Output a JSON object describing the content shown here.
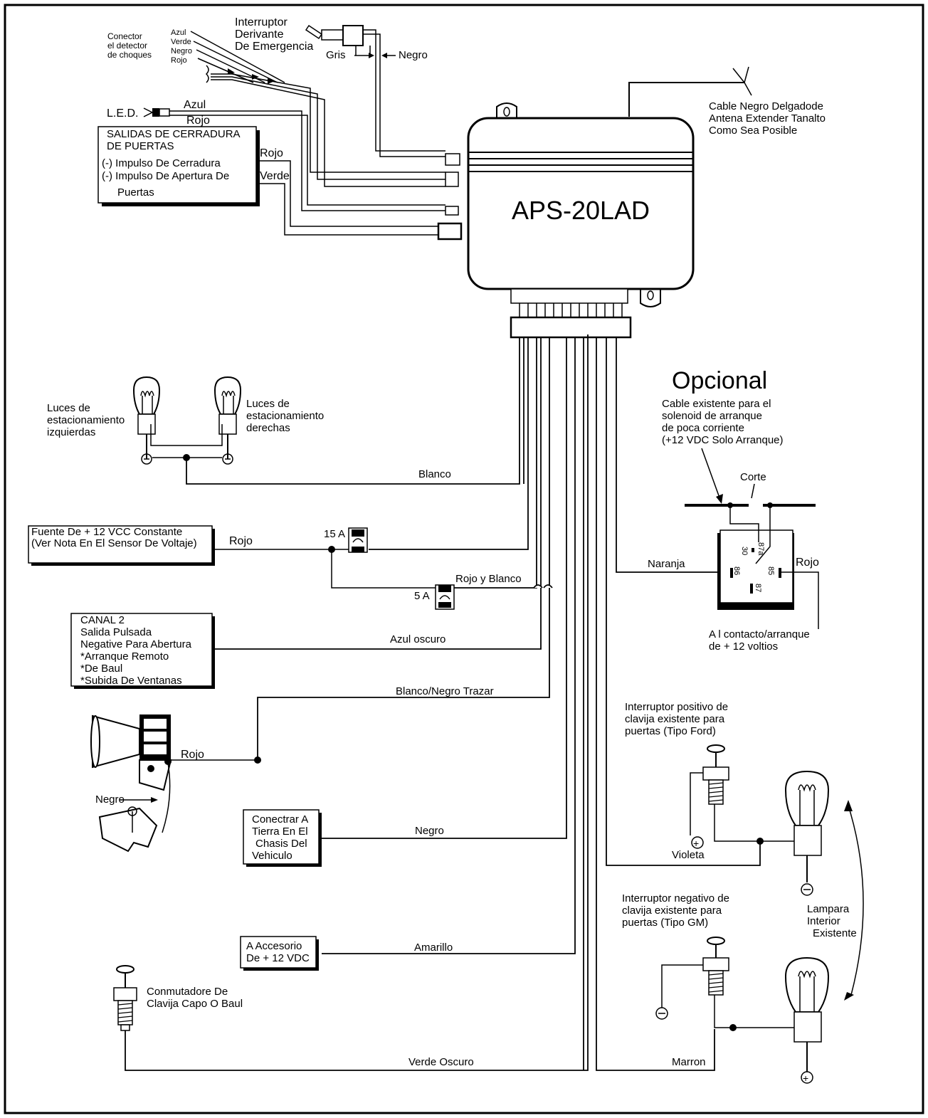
{
  "module": {
    "name": "APS-20LAD"
  },
  "top": {
    "shock_sensor": "Conector el detector de choques",
    "shock_sensor_lines": [
      "Conector",
      "el detector",
      "de choques"
    ],
    "shock_wires": [
      "Azul",
      "Verde",
      "Negro",
      "Rojo"
    ],
    "valet_switch": [
      "Interruptor",
      "Derivante",
      "De Emergencia"
    ],
    "valet_wire_gray": "Gris",
    "valet_wire_black": "Negro",
    "led_label": "L.E.D.",
    "led_wire_blue": "Azul",
    "led_wire_red": "Rojo",
    "antenna": [
      "Cable Negro Delgadode",
      "Antena Extender Tanalto",
      "Como Sea Posible"
    ]
  },
  "door_lock_box": {
    "lines": [
      "SALIDAS DE CERRADURA",
      "DE PUERTAS",
      "(-) Impulso De Cerradura",
      "(-) Impulso De Apertura De",
      "Puertas"
    ],
    "wire_red": "Rojo",
    "wire_green": "Verde"
  },
  "parking_lights": {
    "left": [
      "Luces de",
      "estacionamiento",
      "izquierdas"
    ],
    "right": [
      "Luces de",
      "estacionamiento",
      "derechas"
    ],
    "wire": "Blanco"
  },
  "power": {
    "box": [
      "Fuente De + 12 VCC Constante",
      "(Ver Nota En El Sensor De Voltaje)"
    ],
    "wire": "Rojo",
    "fuse_15": "15 A",
    "fuse_5": "5 A",
    "wire_rw": "Rojo y Blanco"
  },
  "channel2": {
    "box": [
      "CANAL 2",
      "Salida Pulsada",
      "Negative Para Abertura",
      "*Arranque Remoto",
      "*De Baul",
      "*Subida De Ventanas"
    ],
    "wire": "Azul oscuro"
  },
  "siren": {
    "wire_trace": "Blanco/Negro Trazar",
    "wire_red": "Rojo",
    "wire_black": "Negro"
  },
  "ground": {
    "box": [
      "Conectrar A",
      "Tierra En El",
      "Chasis Del",
      "Vehiculo"
    ],
    "wire": "Negro"
  },
  "accessory": {
    "box": [
      "A Accesorio",
      "De + 12 VDC"
    ],
    "wire": "Amarillo"
  },
  "hood_pin": {
    "label": [
      "Conmutadore De",
      "Clavija Capo O Baul"
    ],
    "wire": "Verde Oscuro"
  },
  "optional": {
    "title": "Opcional",
    "desc": [
      "Cable existente para el",
      "solenoid de arranque",
      "de poca corriente",
      "(+12 VDC Solo Arranque)"
    ],
    "cut": "Corte",
    "wire_orange": "Naranja",
    "wire_red": "Rojo",
    "ignition": [
      "A l contacto/arranque",
      "de + 12 voltios"
    ],
    "relay_pins": [
      "30",
      "87a",
      "86",
      "85",
      "87"
    ]
  },
  "door_pins": {
    "positive": [
      "Interruptor positivo de",
      "clavija existente para",
      "puertas (Tipo Ford)"
    ],
    "wire_violet": "Violeta",
    "negative": [
      "Interruptor  negativo de",
      "clavija existente para",
      "puertas (Tipo GM)"
    ],
    "wire_brown": "Marron",
    "lamp": [
      "Lampara",
      "Interior",
      "Existente"
    ]
  }
}
